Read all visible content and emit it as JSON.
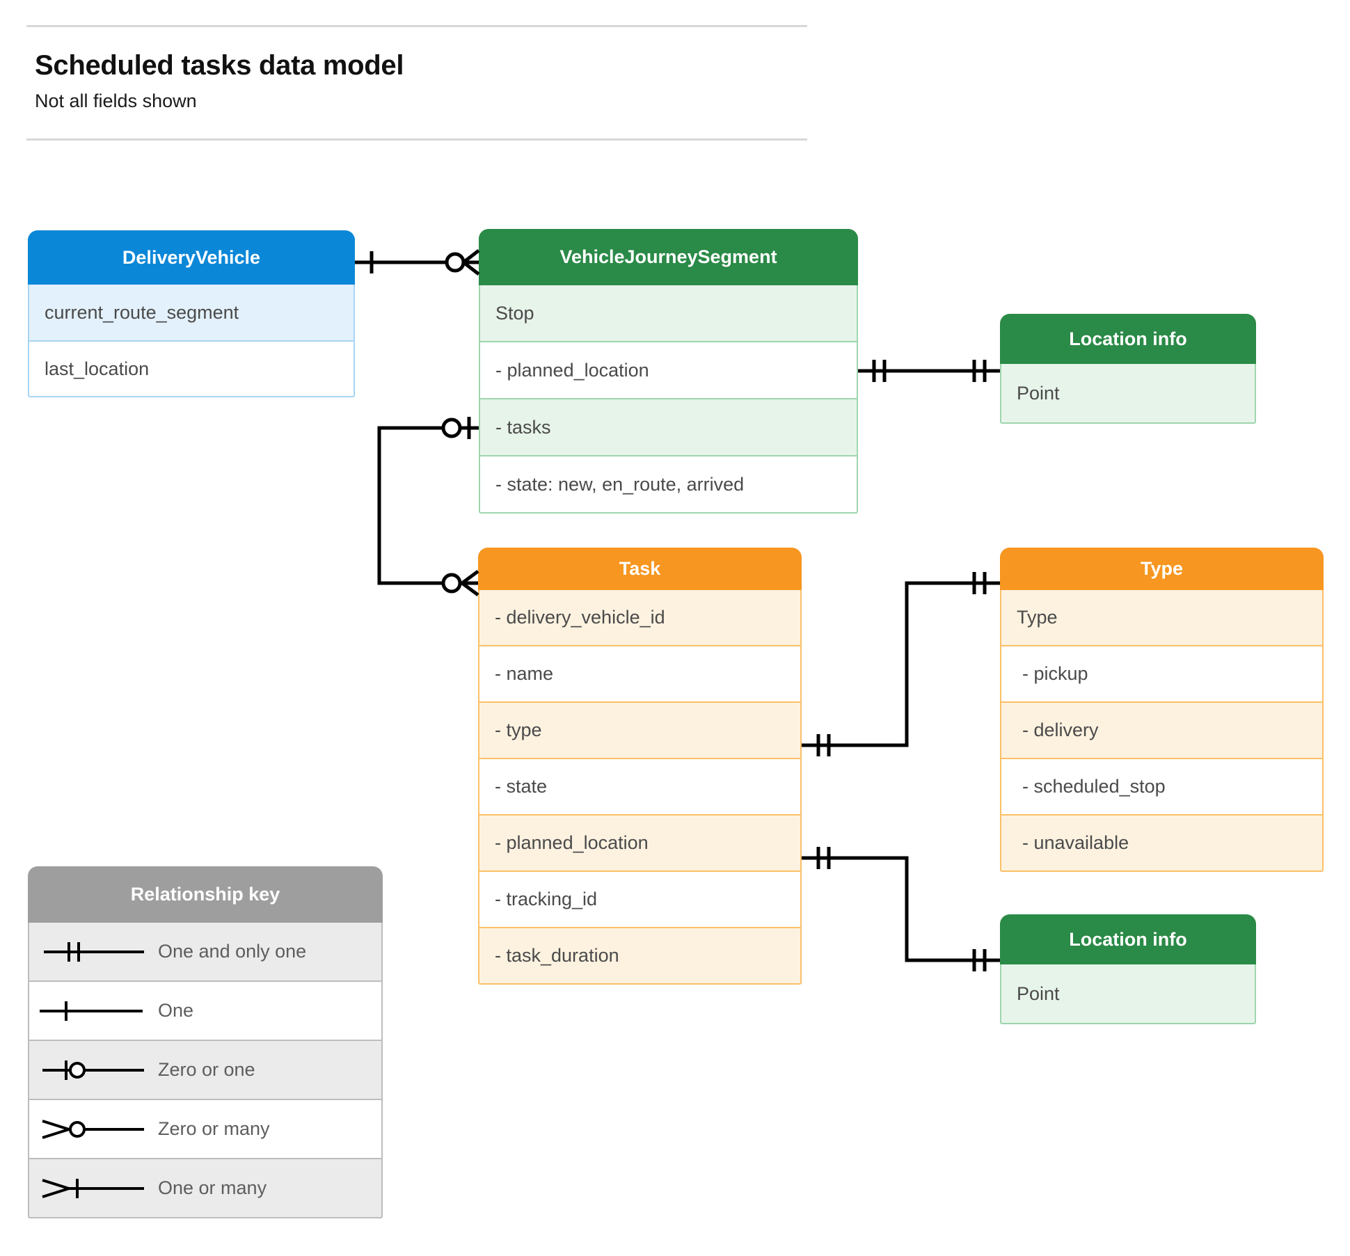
{
  "header": {
    "title": "Scheduled tasks data model",
    "subtitle": "Not all fields shown"
  },
  "colors": {
    "blue_header": "#0b87d8",
    "blue_row": "#e3f1fc",
    "blue_border": "#a7d5f4",
    "green_header": "#2a8a47",
    "green_row": "#e7f4ea",
    "green_border": "#9ed6ad",
    "orange_header": "#f79620",
    "orange_row": "#fdf2e0",
    "orange_border": "#fbc067",
    "grey_header": "#9e9e9e",
    "grey_row": "#ebebeb",
    "grey_border": "#bdbdbd",
    "line": "#000000",
    "text": "#4a4a4a",
    "rule": "#d8d8d8"
  },
  "entities": {
    "delivery_vehicle": {
      "title": "DeliveryVehicle",
      "rows": [
        "current_route_segment",
        "last_location"
      ]
    },
    "vehicle_journey_segment": {
      "title": "VehicleJourneySegment",
      "rows": [
        "Stop",
        "-  planned_location",
        "- tasks",
        "- state: new, en_route, arrived"
      ]
    },
    "location_info_top": {
      "title": "Location info",
      "rows": [
        "Point"
      ]
    },
    "task": {
      "title": "Task",
      "rows": [
        "- delivery_vehicle_id",
        "- name",
        "- type",
        "- state",
        "- planned_location",
        "- tracking_id",
        "- task_duration"
      ]
    },
    "type": {
      "title": "Type",
      "rows": [
        "Type",
        "-   pickup",
        "-   delivery",
        "-   scheduled_stop",
        "-   unavailable"
      ]
    },
    "location_info_bottom": {
      "title": "Location info",
      "rows": [
        "Point"
      ]
    }
  },
  "legend": {
    "title": "Relationship key",
    "items": [
      {
        "glyph": "one-and-only-one-icon",
        "label": "One and only one"
      },
      {
        "glyph": "one-icon",
        "label": "One"
      },
      {
        "glyph": "zero-or-one-icon",
        "label": "Zero or one"
      },
      {
        "glyph": "zero-or-many-icon",
        "label": "Zero or many"
      },
      {
        "glyph": "one-or-many-icon",
        "label": "One or many"
      }
    ]
  },
  "relationships": [
    {
      "name": "deliveryvehicle-to-vehiclejourneysegment",
      "from": "DeliveryVehicle",
      "from_cardinality": "One",
      "to": "VehicleJourneySegment",
      "to_cardinality": "Zero or many"
    },
    {
      "name": "vehiclejourneysegment-planned-location-to-location-info",
      "from": "VehicleJourneySegment.planned_location",
      "from_cardinality": "One and only one",
      "to": "Location info",
      "to_cardinality": "One and only one"
    },
    {
      "name": "vehiclejourneysegment-tasks-to-task",
      "from": "VehicleJourneySegment.tasks",
      "from_cardinality": "Zero or one",
      "to": "Task",
      "to_cardinality": "Zero or many"
    },
    {
      "name": "task-type-to-type",
      "from": "Task.type",
      "from_cardinality": "One and only one",
      "to": "Type",
      "to_cardinality": "One and only one"
    },
    {
      "name": "task-planned-location-to-location-info",
      "from": "Task.planned_location",
      "from_cardinality": "One and only one",
      "to": "Location info",
      "to_cardinality": "One and only one"
    }
  ]
}
